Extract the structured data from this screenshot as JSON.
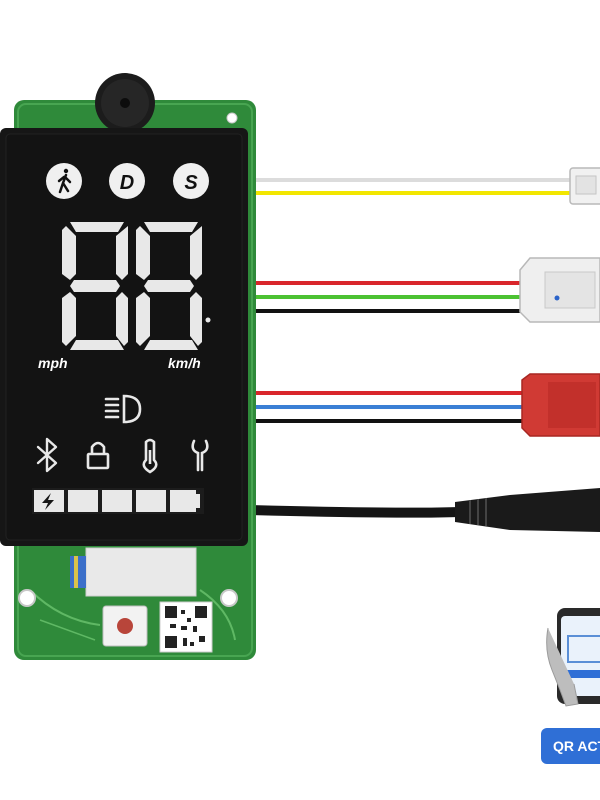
{
  "display": {
    "modes": [
      "D",
      "S"
    ],
    "speed_units": {
      "left": "mph",
      "right": "km/h"
    },
    "speed_digits": "88",
    "battery_level": 1.0,
    "icons": [
      "pedestrian-mode-icon",
      "headlight-icon",
      "bluetooth-icon",
      "lock-icon",
      "thermometer-icon",
      "wrench-icon",
      "battery-bolt-icon"
    ]
  },
  "wires": {
    "connector_1": [
      "#ffffff",
      "#f2e600"
    ],
    "connector_2": [
      "#d9262b",
      "#4cc232",
      "#111111"
    ],
    "connector_3": [
      "#d9262b",
      "#3a7fd5",
      "#111111"
    ],
    "cable": "#111111"
  },
  "badge": {
    "label": "QR ACTIVATION"
  },
  "colors": {
    "pcb": "#2f8a3a",
    "lcd": "#161616",
    "segment": "#e8e8e8",
    "badge": "#2f6fd6"
  }
}
